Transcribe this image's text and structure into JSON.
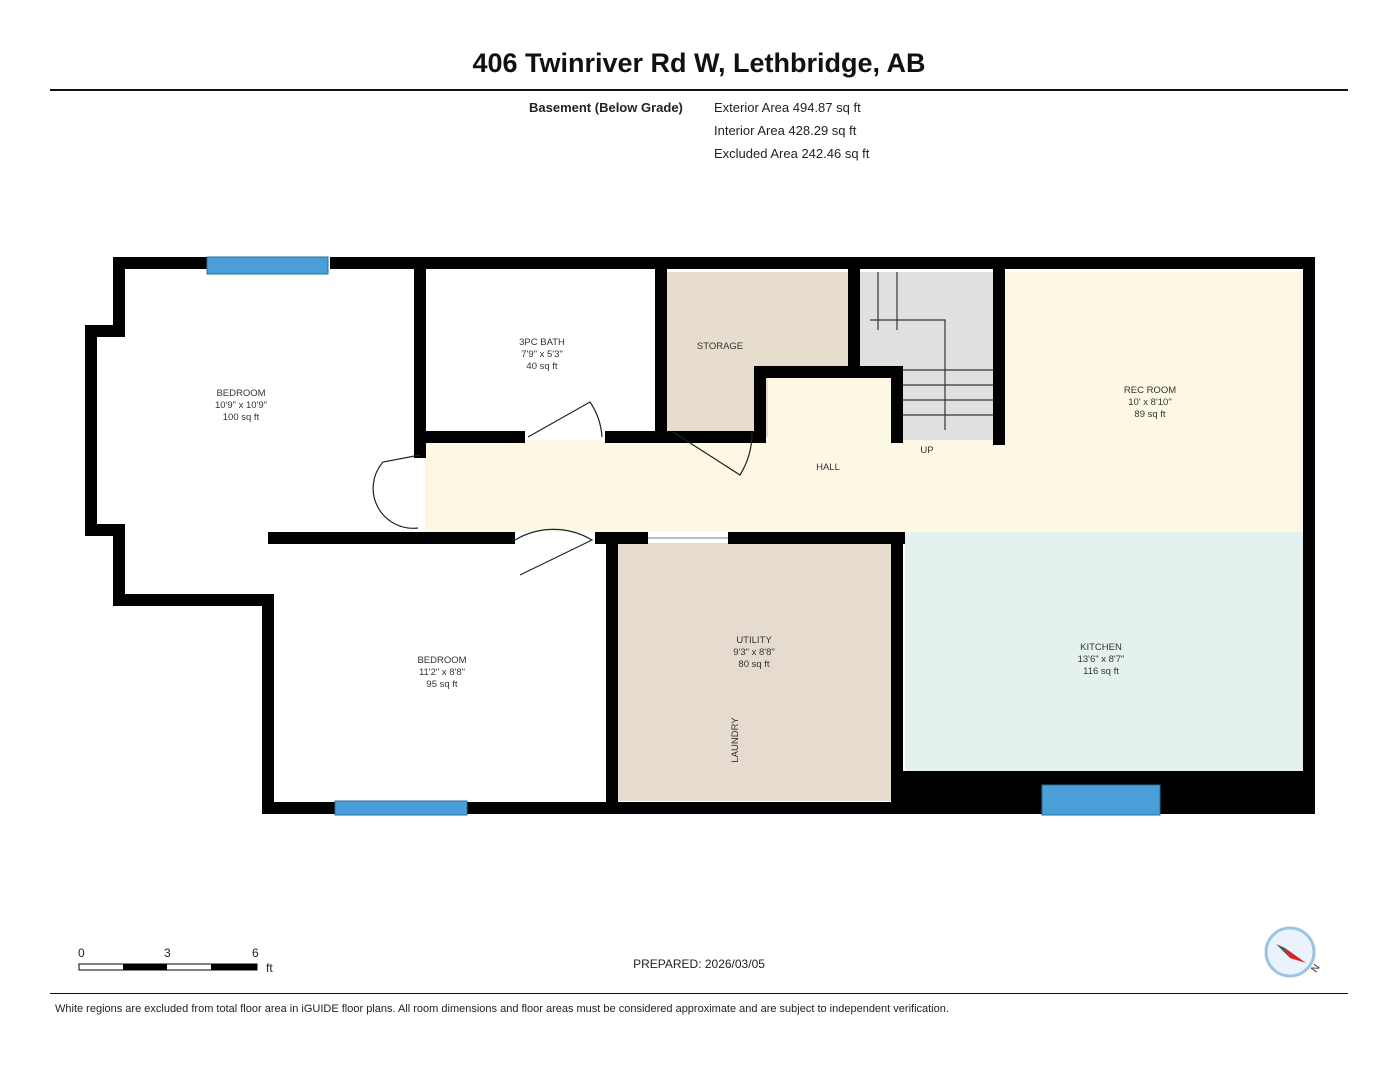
{
  "title": "406 Twinriver Rd W, Lethbridge, AB",
  "level": "Basement (Below Grade)",
  "areas": [
    "Exterior Area 494.87 sq ft",
    "Interior Area 428.29 sq ft",
    "Excluded Area 242.46 sq ft"
  ],
  "rooms": {
    "bedroom1": {
      "name": "BEDROOM",
      "dims": "10'9\" x 10'9\"",
      "area": "100 sq ft"
    },
    "bath": {
      "name": "3PC BATH",
      "dims": "7'9\" x 5'3\"",
      "area": "40 sq ft"
    },
    "storage": {
      "name": "STORAGE"
    },
    "hall": {
      "name": "HALL"
    },
    "up": {
      "name": "UP"
    },
    "rec": {
      "name": "REC ROOM",
      "dims": "10' x 8'10\"",
      "area": "89 sq ft"
    },
    "bedroom2": {
      "name": "BEDROOM",
      "dims": "11'2\" x 8'8\"",
      "area": "95 sq ft"
    },
    "utility": {
      "name": "UTILITY",
      "dims": "9'3\" x 8'8\"",
      "area": "80 sq ft"
    },
    "laundry": {
      "name": "LAUNDRY"
    },
    "kitchen": {
      "name": "KITCHEN",
      "dims": "13'6\" x 8'7\"",
      "area": "116 sq ft"
    }
  },
  "scale": {
    "ticks": [
      "0",
      "3",
      "6"
    ],
    "unit": "ft"
  },
  "prepared": "PREPARED: 2026/03/05",
  "footer": "White regions are excluded from total floor area in iGUIDE floor plans. All room dimensions and floor areas must be considered approximate and are subject to independent verification.",
  "colors": {
    "window": "#4a9fd8",
    "storage": "#e6ddce",
    "hall": "#fdf8e4",
    "kitchen": "#e4f1ee",
    "stair": "#e0e0e0"
  }
}
